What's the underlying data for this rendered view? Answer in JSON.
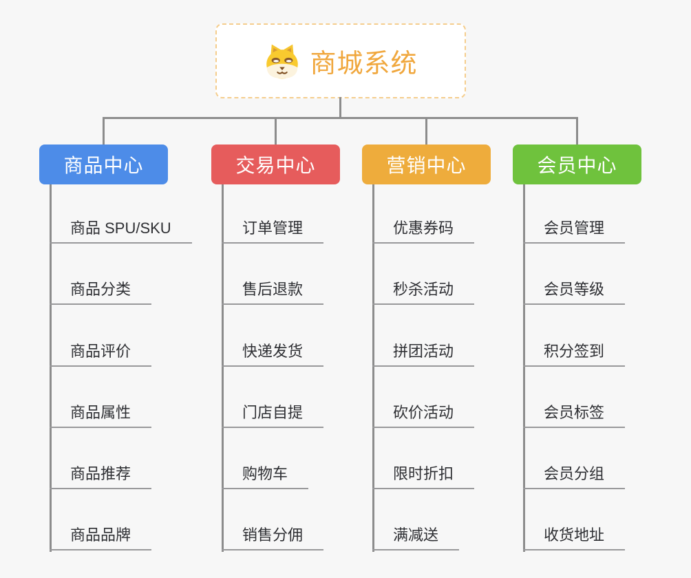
{
  "root": {
    "title": "商城系统",
    "icon": "dog-face-icon"
  },
  "branches": [
    {
      "label": "商品中心",
      "color": "#4D8CE8",
      "items": [
        "商品 SPU/SKU",
        "商品分类",
        "商品评价",
        "商品属性",
        "商品推荐",
        "商品品牌"
      ]
    },
    {
      "label": "交易中心",
      "color": "#E65C5C",
      "items": [
        "订单管理",
        "售后退款",
        "快递发货",
        "门店自提",
        "购物车",
        "销售分佣"
      ]
    },
    {
      "label": "营销中心",
      "color": "#EEAC3C",
      "items": [
        "优惠券码",
        "秒杀活动",
        "拼团活动",
        "砍价活动",
        "限时折扣",
        "满减送"
      ]
    },
    {
      "label": "会员中心",
      "color": "#6FC23D",
      "items": [
        "会员管理",
        "会员等级",
        "积分签到",
        "会员标签",
        "会员分组",
        "收货地址"
      ]
    }
  ],
  "style": {
    "background": "#F7F7F7",
    "connector_color": "#8C8C8C",
    "underline_color": "#98989A",
    "leaf_text_color": "#2E2F33",
    "root_text_color": "#F0A73D",
    "root_border_color": "#F5CD8C"
  }
}
